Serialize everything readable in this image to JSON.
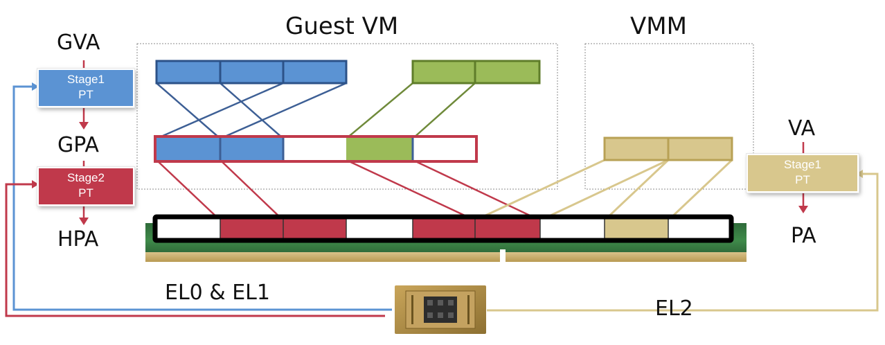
{
  "labels": {
    "guest_vm": "Guest VM",
    "vmm": "VMM",
    "gva": "GVA",
    "gpa": "GPA",
    "hpa": "HPA",
    "va": "VA",
    "pa": "PA",
    "el01": "EL0 & EL1",
    "el2": "EL2"
  },
  "page_tables": {
    "guest_stage1": {
      "line1": "Stage1",
      "line2": "PT"
    },
    "guest_stage2": {
      "line1": "Stage2",
      "line2": "PT"
    },
    "vmm_stage1": {
      "line1": "Stage1",
      "line2": "PT"
    }
  },
  "colors": {
    "blue": "#5b93d3",
    "green": "#9bbb59",
    "red": "#c0394b",
    "tan": "#d8c78d",
    "black": "#000000"
  }
}
